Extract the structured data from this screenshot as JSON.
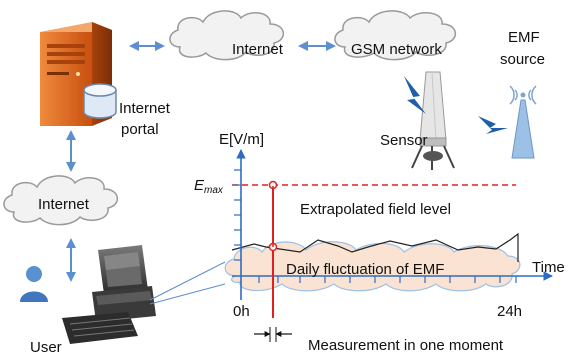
{
  "nodes": {
    "internet_top": "Internet",
    "gsm_network": "GSM network",
    "emf_source": [
      "EMF",
      "source"
    ],
    "internet_portal": [
      "Internet",
      "portal"
    ],
    "sensor": "Sensor",
    "internet_left": "Internet",
    "user": "User"
  },
  "chart": {
    "ylabel": "E[V/m]",
    "emax_main": "E",
    "emax_sub": "max",
    "extrapolated_label": "Extrapolated field level",
    "fluctuation_label": "Daily fluctuation of EMF",
    "xlabel": "Time",
    "x_start": "0h",
    "x_end": "24h",
    "measurement_label": "Measurement in one moment"
  },
  "colors": {
    "cloud_fill": "#f2f2f2",
    "cloud_stroke": "#9a9a9a",
    "arrow_blue": "#5b8fd0",
    "axis_blue": "#2e6cc0",
    "emax_red": "#e02020",
    "fluct_fill": "#fae3d2",
    "server_orange": "#e0661f",
    "lightning_blue": "#1f5fa8"
  },
  "icons": [
    "server-icon",
    "database-icon",
    "antenna-icon",
    "cell-tower-icon",
    "lightning-icon",
    "computer-icon",
    "keyboard-icon",
    "user-icon"
  ]
}
